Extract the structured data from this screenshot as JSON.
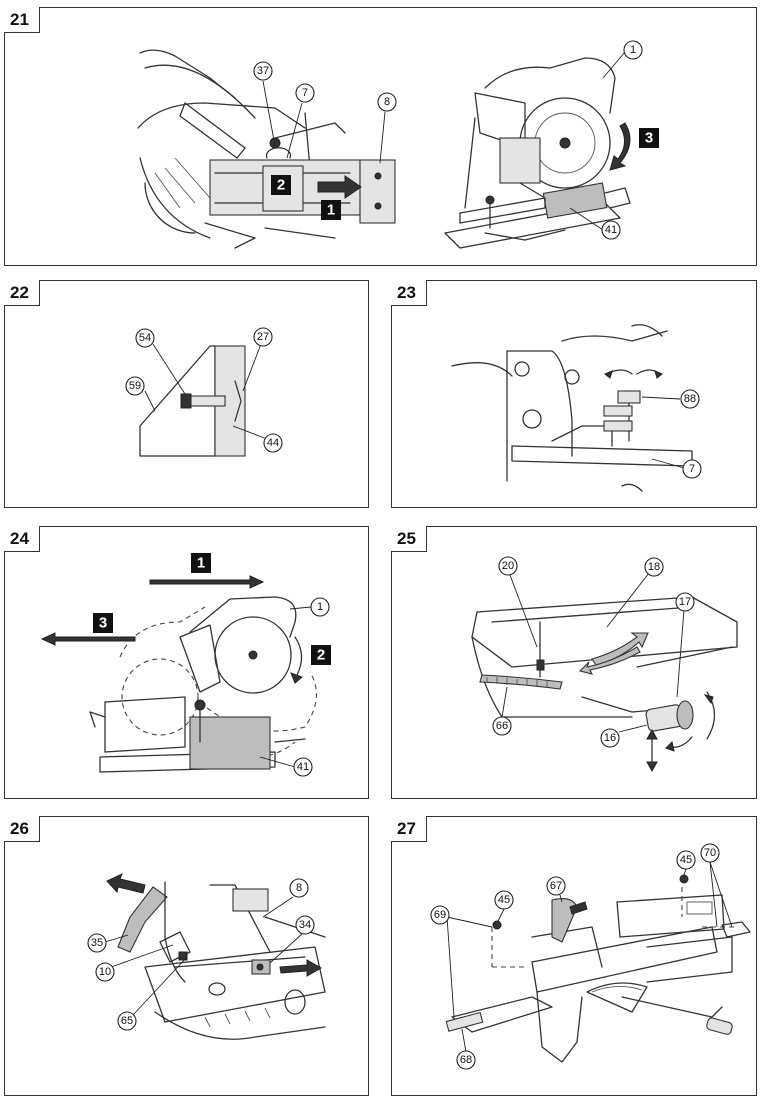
{
  "figures": [
    {
      "number": "21",
      "callouts": [
        "37",
        "7",
        "8",
        "1",
        "41"
      ],
      "steps": [
        "2",
        "1",
        "3"
      ]
    },
    {
      "number": "22",
      "callouts": [
        "54",
        "27",
        "59",
        "44"
      ]
    },
    {
      "number": "23",
      "callouts": [
        "88",
        "7"
      ]
    },
    {
      "number": "24",
      "callouts": [
        "1",
        "41"
      ],
      "steps": [
        "1",
        "3",
        "2"
      ]
    },
    {
      "number": "25",
      "callouts": [
        "20",
        "18",
        "17",
        "16",
        "66"
      ]
    },
    {
      "number": "26",
      "callouts": [
        "8",
        "34",
        "35",
        "10",
        "65"
      ]
    },
    {
      "number": "27",
      "callouts": [
        "45",
        "67",
        "45",
        "70",
        "69",
        "68"
      ]
    }
  ]
}
